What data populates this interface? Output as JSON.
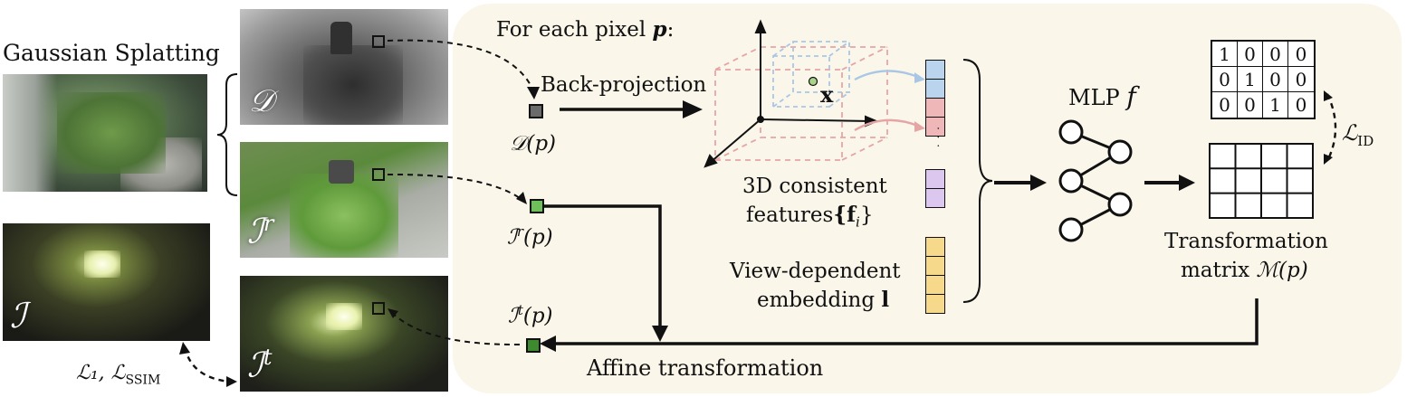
{
  "left": {
    "gs_title": "Gaussian Splatting",
    "img_D": "𝒟",
    "img_Ir": "ℐ",
    "img_Ir_sup": "r",
    "img_I": "ℐ",
    "img_It": "ℐ",
    "img_It_sup": "t",
    "loss_label": "ℒ₁, ℒ",
    "loss_sub": "SSIM"
  },
  "panel": {
    "for_each": "For each pixel",
    "p_symbol": "p",
    "colon": ":",
    "backproj": "Back-projection",
    "Dp": "𝒟(p)",
    "Irp_base": "ℐ",
    "Irp_sup": "r",
    "Irp_arg": "(p)",
    "Itp_base": "ℐ",
    "Itp_sup": "t",
    "Itp_arg": "(p)",
    "x_label": "x",
    "feat_line1": "3D consistent",
    "feat_line2": "features",
    "feat_sym": "{f",
    "feat_sub": "i",
    "feat_close": "}",
    "view_line1": "View-dependent",
    "view_line2": "embedding",
    "view_sym": "l",
    "dots": "· · ·",
    "mlp": "MLP",
    "mlp_f": "f",
    "trans_line1": "Transformation",
    "trans_line2": "matrix",
    "trans_sym": "ℳ(p)",
    "lid": "ℒ",
    "lid_sub": "ID",
    "affine": "Affine transformation"
  },
  "identity_matrix": [
    [
      "1",
      "0",
      "0",
      "0"
    ],
    [
      "0",
      "1",
      "0",
      "0"
    ],
    [
      "0",
      "0",
      "1",
      "0"
    ]
  ],
  "colors": {
    "panel_bg": "#faf6ea",
    "feat_blue": "#b9d4ec",
    "feat_pink": "#efb7b7",
    "feat_purple": "#dcc8ef",
    "emb_yellow": "#f6d98a",
    "patch_gray": "#6b6b6b",
    "patch_green_light": "#6fbf5a",
    "patch_green_dark": "#3e8a2e"
  }
}
